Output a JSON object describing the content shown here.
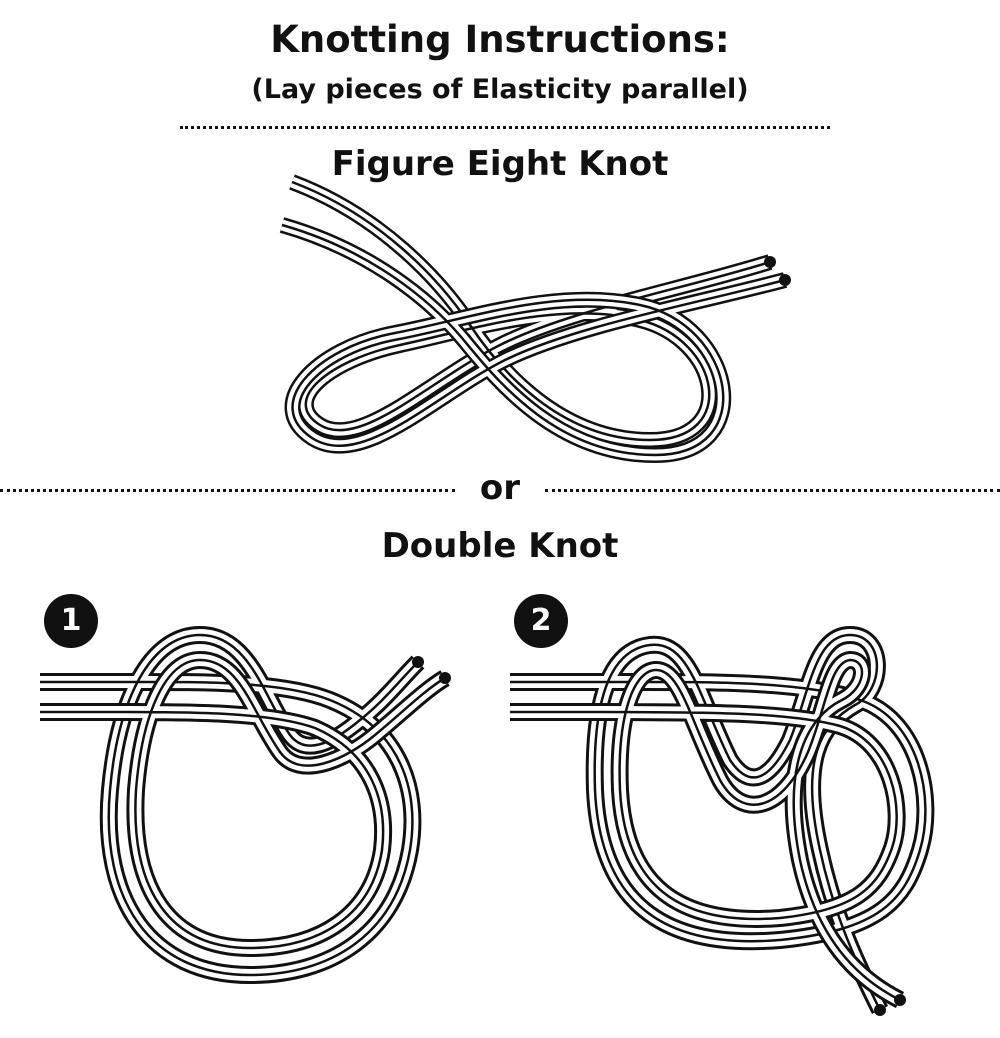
{
  "header": {
    "title": "Knotting Instructions:",
    "subtitle": "(Lay pieces of Elasticity parallel)"
  },
  "figure_eight": {
    "label": "Figure Eight Knot"
  },
  "separator": {
    "label": "or"
  },
  "double_knot": {
    "label": "Double Knot",
    "steps": [
      {
        "number": "1"
      },
      {
        "number": "2"
      }
    ]
  }
}
